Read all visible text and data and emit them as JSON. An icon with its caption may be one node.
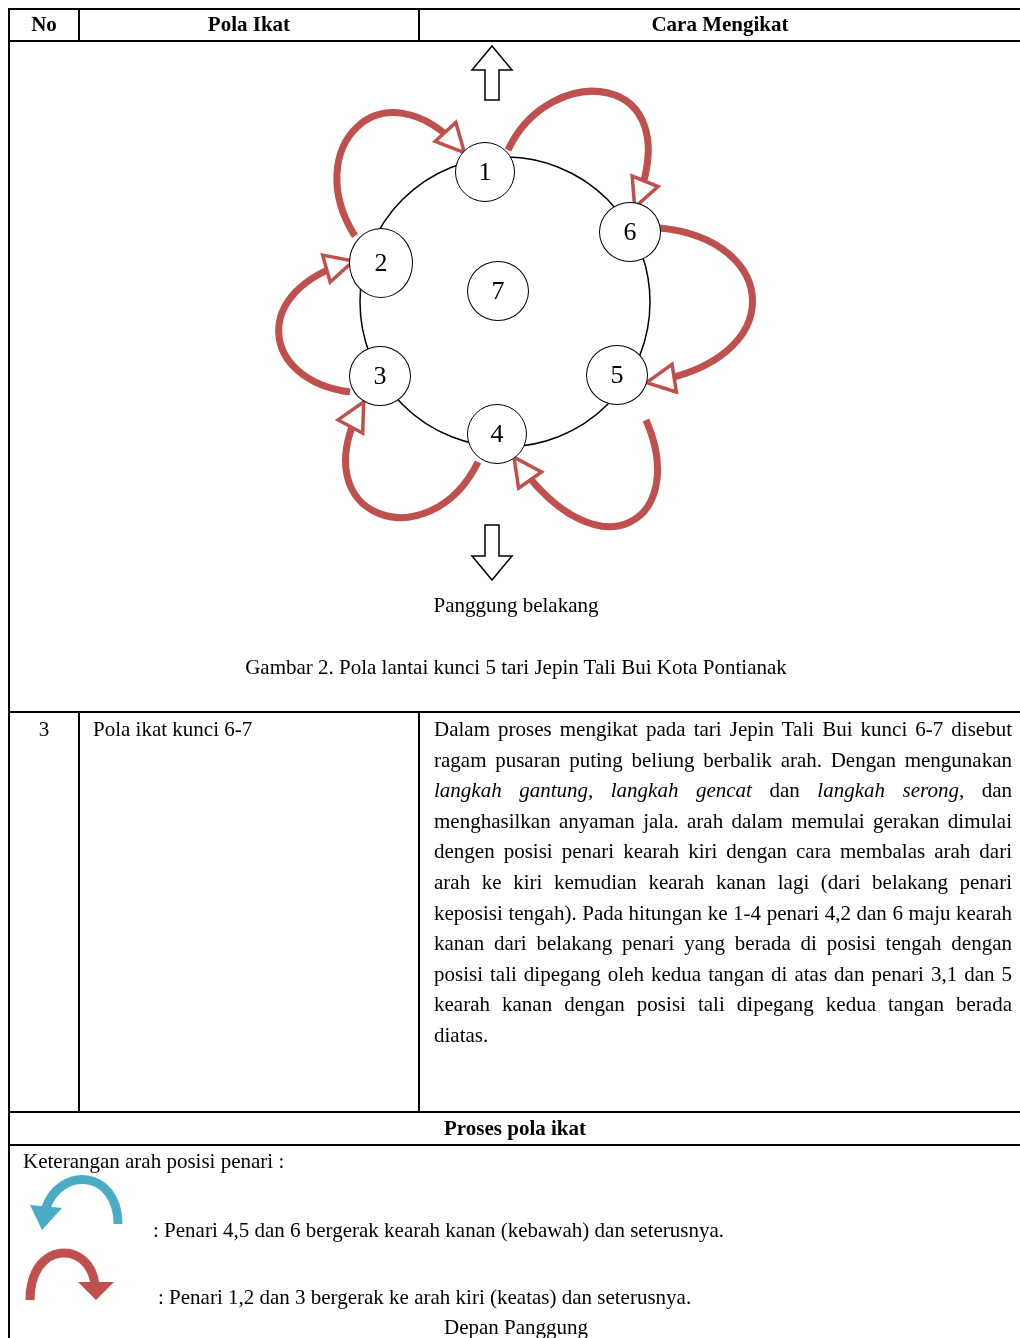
{
  "diagram": {
    "caption": "Gambar 2. Pola lantai kunci 5 tari Jepin Tali Bui Kota Pontianak",
    "nodes": [
      {
        "text": [
          "1"
        ]
      },
      {
        "text": [
          "2"
        ]
      },
      {
        "text": [
          "3"
        ]
      },
      {
        "text": [
          "4"
        ]
      },
      {
        "text": [
          "5"
        ]
      },
      {
        "text": [
          "6"
        ]
      },
      {
        "text": [
          "7"
        ]
      }
    ],
    "edges": [
      {
        "from": 1,
        "to": 0,
        "arrow": "to"
      },
      {
        "from": 0,
        "to": 5,
        "arrow": "to"
      },
      {
        "from": 5,
        "to": 4,
        "arrow": "to"
      },
      {
        "from": 4,
        "to": 3,
        "arrow": "to"
      },
      {
        "from": 3,
        "to": 2,
        "arrow": "to"
      },
      {
        "from": 2,
        "to": 1,
        "arrow": "to"
      }
    ],
    "labels": [
      "No",
      "Pola Ikat",
      "Cara Mengikat",
      "Panggung belakang",
      "3",
      "Pola ikat kunci 6-7",
      "Dalam proses mengikat pada tari Jepin Tali Bui kunci 6-7 disebut ragam pusaran puting beliung berbalik arah. Dengan mengunakan *langkah gantung, langkah gencat* dan *langkah serong,* dan menghasilkan anyaman jala. arah dalam memulai gerakan dimulai dengen posisi penari kearah kiri dengan cara membalas arah dari arah ke kiri kemudian kearah kanan lagi (dari belakang penari keposisi tengah). Pada hitungan ke 1-4 penari 4,2 dan 6 maju kearah kanan dari belakang penari yang berada di posisi tengah dengan posisi tali dipegang oleh kedua tangan di atas dan penari 3,1 dan 5 kearah kanan dengan posisi tali dipegang kedua tangan berada diatas.",
      "Proses pola ikat",
      "Keterangan arah posisi penari :",
      "Depan Panggung"
    ],
    "legend": [
      {
        "text": ": Penari 4,5 dan 6 bergerak kearah kanan (kebawah) dan seterusnya."
      },
      {
        "text": ": Penari 1,2 dan 3 bergerak ke arah kiri (keatas) dan seterusnya."
      }
    ]
  }
}
